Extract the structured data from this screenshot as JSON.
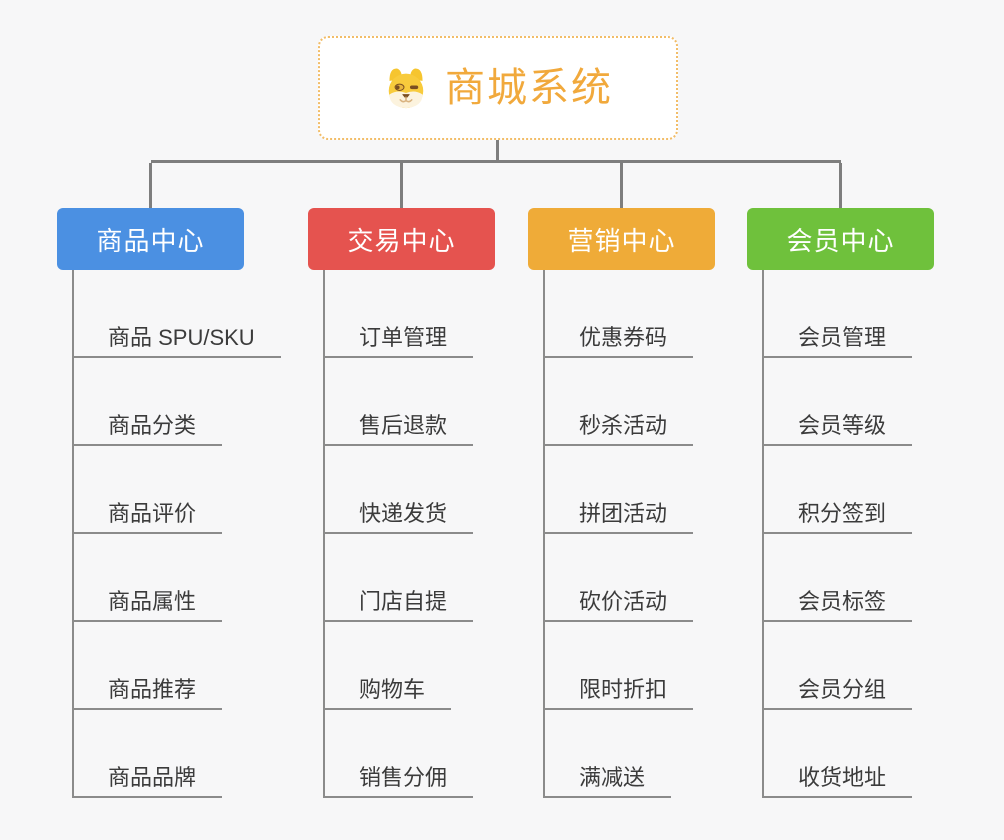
{
  "root": {
    "title": "商城系统",
    "icon": "doge-icon"
  },
  "colors": {
    "root_text": "#f1a93c",
    "root_border": "#f2bd68",
    "connector": "#7e7e7e",
    "child_line": "#8b8b8b",
    "child_text": "#3b3b3b",
    "background": "#f7f7f8"
  },
  "branches": [
    {
      "label": "商品中心",
      "color": "#4b90e2",
      "children": [
        "商品 SPU/SKU",
        "商品分类",
        "商品评价",
        "商品属性",
        "商品推荐",
        "商品品牌"
      ]
    },
    {
      "label": "交易中心",
      "color": "#e5534f",
      "children": [
        "订单管理",
        "售后退款",
        "快递发货",
        "门店自提",
        "购物车",
        "销售分佣"
      ]
    },
    {
      "label": "营销中心",
      "color": "#efab38",
      "children": [
        "优惠券码",
        "秒杀活动",
        "拼团活动",
        "砍价活动",
        "限时折扣",
        "满减送"
      ]
    },
    {
      "label": "会员中心",
      "color": "#6fc13c",
      "children": [
        "会员管理",
        "会员等级",
        "积分签到",
        "会员标签",
        "会员分组",
        "收货地址"
      ]
    }
  ]
}
